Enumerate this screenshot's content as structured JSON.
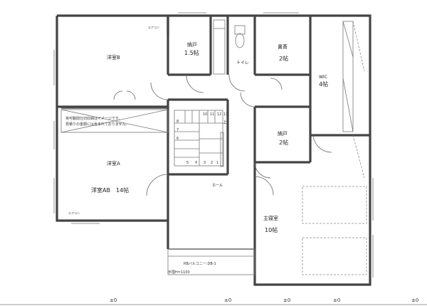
{
  "rooms": {
    "yoshitsu_b": "洋室B",
    "nando_1": "納戸",
    "nando_1_size": "1.5帖",
    "toilet": "トイレ",
    "shosai": "書斎",
    "shosai_size": "2帖",
    "wic": "WIC",
    "wic_size": "4帖",
    "yoshitsu_a": "洋室A",
    "yoshitsu_ab": "洋室AB　14帖",
    "nando_2": "納戸",
    "nando_2_size": "2帖",
    "hall": "ホール",
    "master": "主寝室",
    "master_size": "10帖"
  },
  "notes": {
    "closet_note_1": "将可動間仕切収納はイメージです。",
    "closet_note_2": "見積りの金額には含まれておりません。",
    "eakon_1": "エアコン",
    "eakon_2": "エアコン",
    "balcony": "RBバルコニー:DB-1",
    "handrail": "手摺H=1100",
    "stair_up": "上",
    "stair_nums": [
      "10",
      "11",
      "12",
      "13",
      "8",
      "7",
      "6",
      "5",
      "4",
      "3",
      "2",
      "1"
    ],
    "level_marks": [
      "±0",
      "±0",
      "±0",
      "±0",
      "±0"
    ]
  }
}
